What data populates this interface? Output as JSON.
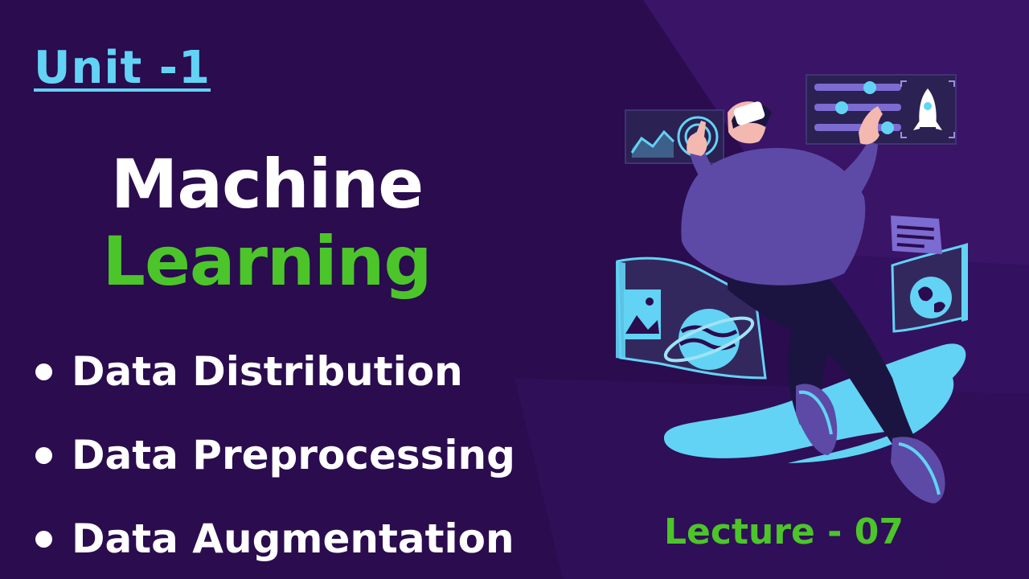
{
  "heading": {
    "unit": "Unit -1",
    "title_line1": "Machine",
    "title_line2": "Learning"
  },
  "topics": [
    {
      "label": "Data Distribution"
    },
    {
      "label": "Data Preprocessing"
    },
    {
      "label": "Data Augmentation"
    }
  ],
  "lecture": "Lecture - 07",
  "colors": {
    "background": "#2a0c4f",
    "accent_cyan": "#62d3f4",
    "accent_green": "#4cc52a",
    "text": "#ffffff",
    "figure_purple": "#5c4aa6"
  },
  "illustration": {
    "subject": "person wearing VR headset touching holographic screens",
    "icons": [
      "line-chart-icon",
      "target-icon",
      "sliders-icon",
      "rocket-icon",
      "document-icon",
      "image-icon",
      "planet-icon",
      "globe-icon"
    ]
  }
}
